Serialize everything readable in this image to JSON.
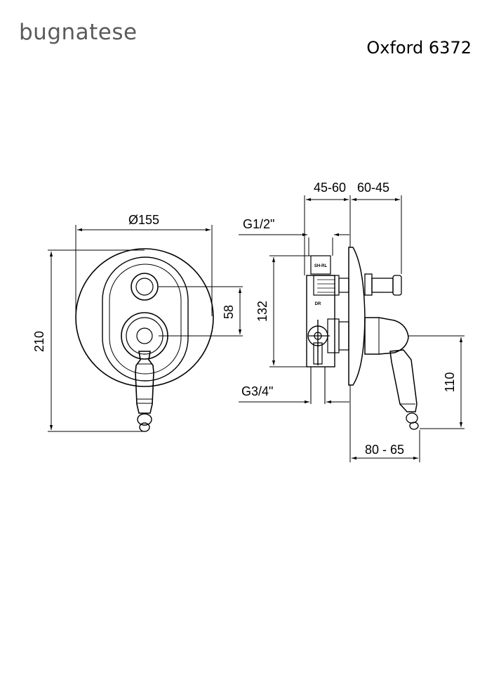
{
  "header": {
    "brand": "bugnatese",
    "model": "Oxford 6372"
  },
  "front_view": {
    "diameter_label": "Ø155",
    "height_label": "210",
    "spacing_label": "58"
  },
  "side_view": {
    "depth_left_label": "45-60",
    "depth_right_label": "60-45",
    "thread_top_label": "G1/2\"",
    "thread_bottom_label": "G3/4\"",
    "body_height_label": "132",
    "handle_drop_label": "110",
    "handle_reach_label": "80 - 65",
    "marking_top": "SH-RL",
    "marking_mid": "DR"
  }
}
